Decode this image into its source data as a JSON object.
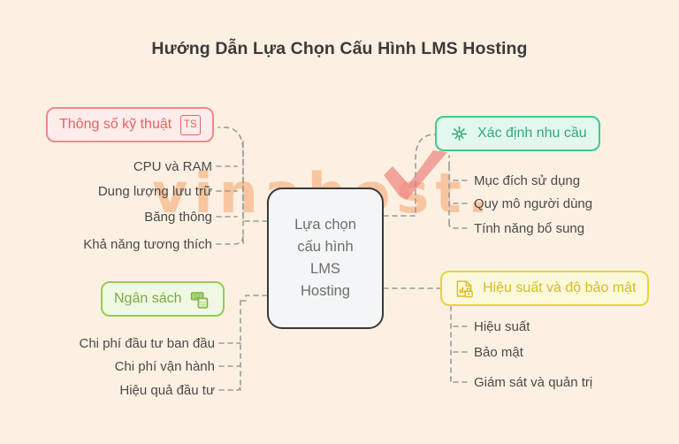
{
  "page": {
    "title": "Hướng Dẫn Lựa Chọn Cấu Hình LMS Hosting",
    "background_color": "#fcf0e2",
    "watermark_text": "vinahost.",
    "watermark_color": "#f6b98a",
    "watermark_check_color": "#ef8682"
  },
  "center": {
    "label": "Lựa chọn\ncấu hình\nLMS\nHosting",
    "border_color": "#3a3a3a",
    "fill_color": "#f4f5f6",
    "text_color": "#6d6d6d"
  },
  "branches": [
    {
      "id": "spec",
      "label": "Thông số kỹ thuật",
      "icon": "ts-badge-icon",
      "icon_text": "TS",
      "accent": "#e2645f",
      "border": "#ef8a8a",
      "fill": "#fdecec",
      "side": "left",
      "items": [
        "CPU và RAM",
        "Dung lượng lưu trữ",
        "Băng thông",
        "Khả năng tương thích"
      ]
    },
    {
      "id": "need",
      "label": "Xác định nhu cầu",
      "icon": "network-node-icon",
      "accent": "#33a874",
      "border": "#41c98b",
      "fill": "#e2f8ee",
      "side": "right",
      "items": [
        "Mục đích sử dụng",
        "Quy mô người dùng",
        "Tính năng bổ sung"
      ]
    },
    {
      "id": "budget",
      "label": "Ngân sách",
      "icon": "money-calculator-icon",
      "accent": "#79a844",
      "border": "#96cc54",
      "fill": "#f0f8e3",
      "side": "left",
      "items": [
        "Chi phí đầu tư ban đầu",
        "Chi phí vận hành",
        "Hiệu quả đầu tư"
      ]
    },
    {
      "id": "perf",
      "label": "Hiệu suất và độ bảo mật",
      "icon": "chart-lock-icon",
      "accent": "#d6bc21",
      "border": "#e8d33f",
      "fill": "#fcf8db",
      "side": "right",
      "items": [
        "Hiệu suất",
        "Bảo mật",
        "Giám sát và quản trị"
      ]
    }
  ],
  "connectors": {
    "style": "dashed",
    "color": "#9a9a9a"
  }
}
